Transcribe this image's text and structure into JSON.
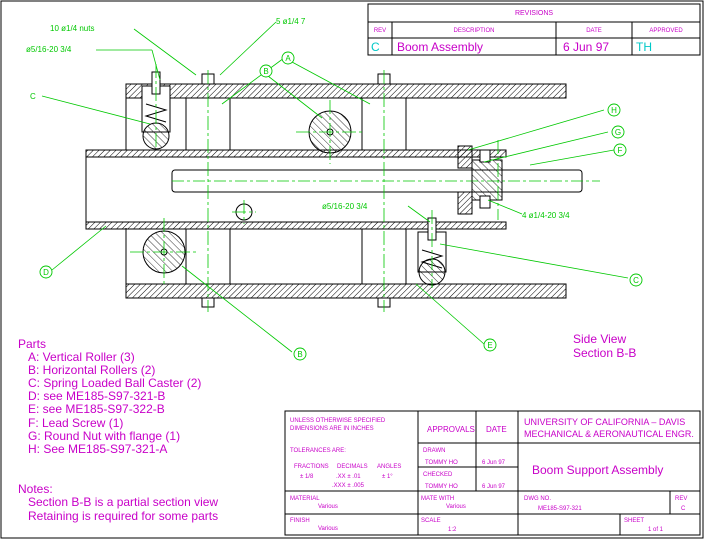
{
  "revisions": {
    "title": "REVISIONS",
    "headers": {
      "rev": "REV",
      "description": "DESCRIPTION",
      "date": "DATE",
      "approved": "APPROVED"
    },
    "row": {
      "rev": "C",
      "description": "Boom Assembly",
      "date": "6 Jun 97",
      "approved": "TH"
    }
  },
  "callouts": {
    "nuts": "10 ø1/4 nuts",
    "screws_top": "5 ø1/4 7",
    "bolt_top_left": "ø5/16-20  3/4",
    "bolt_mid": "ø5/16-20  3/4",
    "bolt_right": "4 ø1/4-20  3/4",
    "c_left": "C"
  },
  "balloons": [
    "A",
    "B",
    "H",
    "G",
    "F",
    "D",
    "C",
    "B",
    "E"
  ],
  "view": {
    "line1": "Side View",
    "line2": "Section B-B"
  },
  "parts": {
    "title": "Parts",
    "items": [
      "A: Vertical Roller (3)",
      "B: Horizontal Rollers (2)",
      "C: Spring Loaded Ball Caster (2)",
      "D: see ME185-S97-321-B",
      "E: see ME185-S97-322-B",
      "F: Lead Screw (1)",
      "G: Round Nut with flange (1)",
      "H: See ME185-S97-321-A"
    ]
  },
  "notes": {
    "title": "Notes:",
    "lines": [
      "Section B-B is a partial section view",
      "Retaining is required for some parts"
    ]
  },
  "title_block": {
    "unless": "UNLESS OTHERWISE SPECIFIED",
    "dims": "DIMENSIONS ARE IN INCHES",
    "tolerances": "TOLERANCES ARE:",
    "tol_heads": [
      "FRACTIONS",
      "DECIMALS",
      "ANGLES"
    ],
    "tol_row1": [
      "± 1/8",
      ".XX ± .01",
      "± 1°"
    ],
    "tol_row2": ".XXX ± .005",
    "approvals": "APPROVALS",
    "date": "DATE",
    "drawn": "DRAWN",
    "drawn_by": "TOMMY HO",
    "drawn_date": "6 Jun 97",
    "checked": "CHECKED",
    "checked_by": "TOMMY HO",
    "checked_date": "6 Jun 97",
    "org1": "UNIVERSITY OF CALIFORNIA – DAVIS",
    "org2": "MECHANICAL & AERONAUTICAL ENGR.",
    "title": "Boom Support Assembly",
    "material_label": "MATERIAL",
    "material": "Various",
    "mate_label": "MATE WITH",
    "mate": "Various",
    "finish_label": "FINISH",
    "finish": "Various",
    "dwg_label": "DWG NO.",
    "dwg": "ME185-S97-321",
    "rev_label": "REV",
    "rev": "C",
    "scale_label": "SCALE",
    "scale": "1:2",
    "sheet_label": "SHEET",
    "sheet": "1 of 1"
  }
}
